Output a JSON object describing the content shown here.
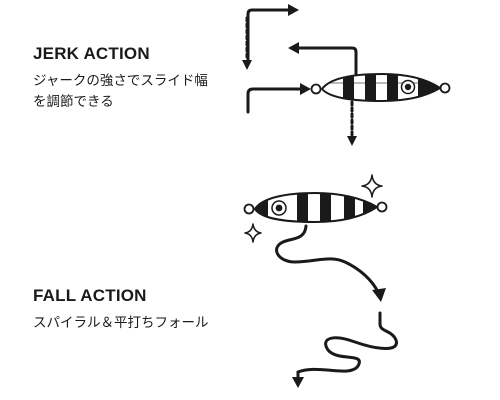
{
  "jerk_action": {
    "title": "JERK ACTION",
    "description_line1": "ジャークの強さでスライド幅",
    "description_line2": "を調節できる"
  },
  "fall_action": {
    "title": "FALL ACTION",
    "description_line1": "スパイラル＆平打ちフォール"
  },
  "colors": {
    "ink": "#1a1a1a",
    "background": "#ffffff"
  }
}
